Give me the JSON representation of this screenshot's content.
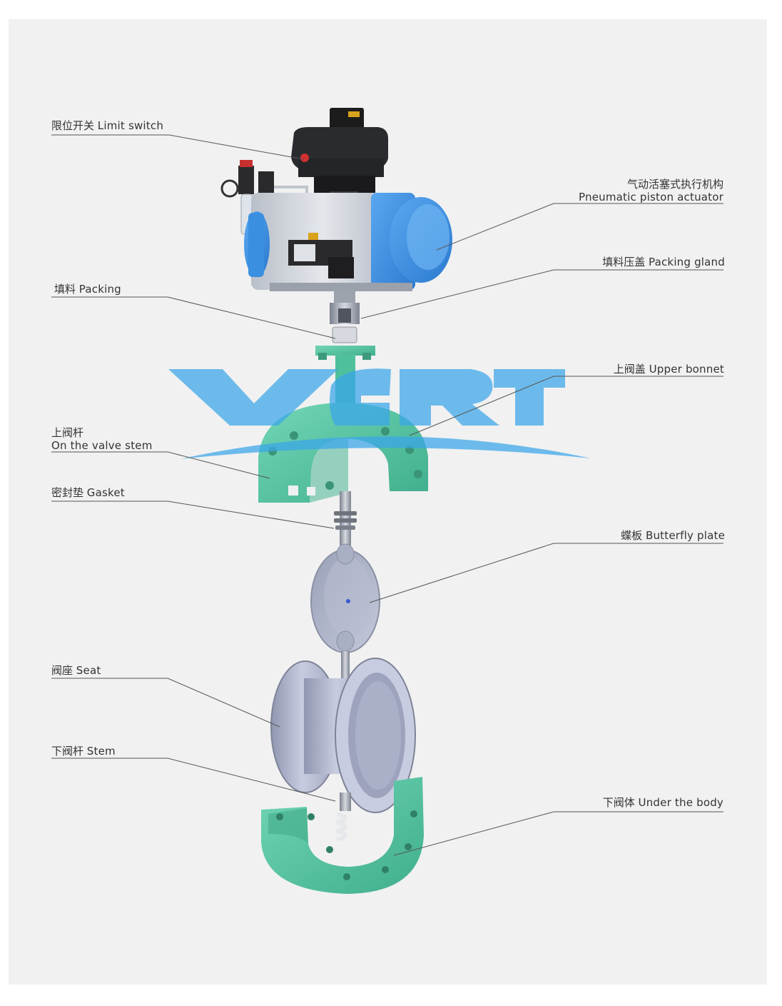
{
  "colors": {
    "background": "#f1f1f1",
    "flange_green": "#5cc7a6",
    "actuator_blue": "#3a8fe0",
    "actuator_body": "#c9ced6",
    "seat_grey": "#aeb3c8",
    "watermark_blue": "#3aa6ea",
    "leader_line": "#555555"
  },
  "watermark": {
    "text": "VERT"
  },
  "labels": {
    "limit_switch": {
      "cn": "限位开关",
      "en": "Limit switch"
    },
    "pneumatic_actuator": {
      "cn": "气动活塞式执行机构",
      "en": "Pneumatic piston actuator"
    },
    "packing_gland": {
      "cn": "填料压盖",
      "en": "Packing gland"
    },
    "packing": {
      "cn": "填料",
      "en": "Packing"
    },
    "upper_bonnet": {
      "cn": "上阀盖",
      "en": "Upper bonnet"
    },
    "upper_stem": {
      "cn": "上阀杆",
      "en": "On the valve stem"
    },
    "gasket": {
      "cn": "密封垫",
      "en": "Gasket"
    },
    "butterfly_plate": {
      "cn": "蝶板",
      "en": "Butterfly plate"
    },
    "seat": {
      "cn": "阀座",
      "en": "Seat"
    },
    "lower_stem": {
      "cn": "下阀杆",
      "en": "Stem"
    },
    "lower_body": {
      "cn": "下阀体",
      "en": "Under the body"
    }
  }
}
